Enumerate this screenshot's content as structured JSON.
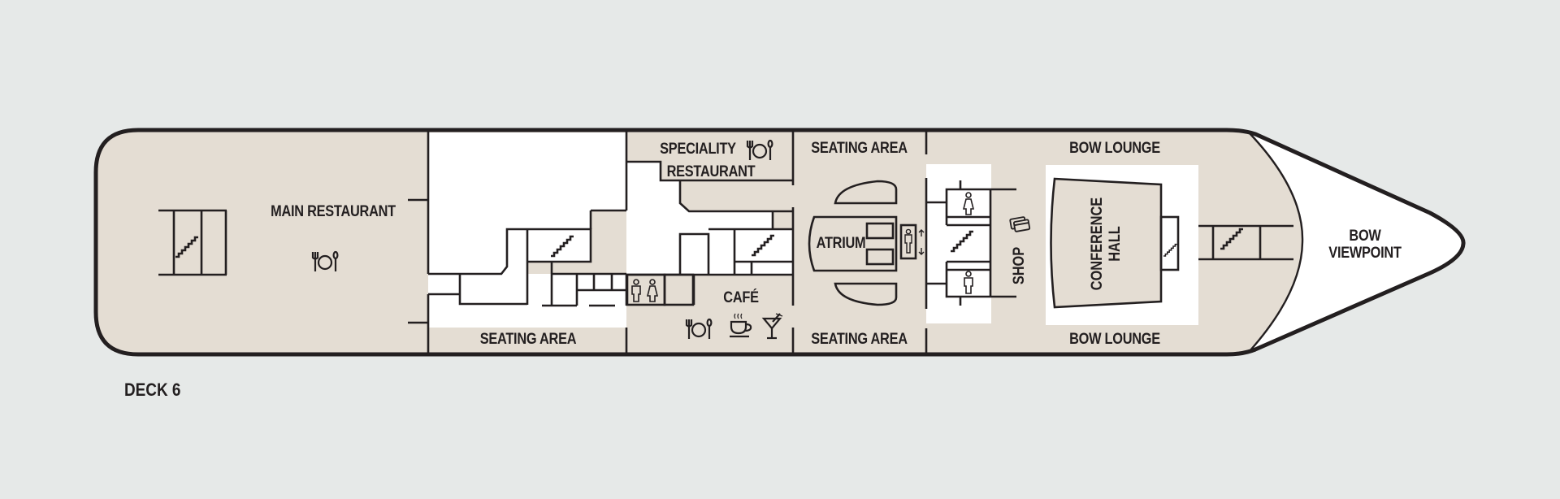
{
  "deck": {
    "label": "DECK 6"
  },
  "colors": {
    "background": "#e6e9e8",
    "public_area": "#e4ddd3",
    "crew_area": "#ffffff",
    "stroke": "#231f20"
  },
  "areas": {
    "main_restaurant": {
      "label": "MAIN RESTAURANT",
      "icons": [
        "dining-icon"
      ]
    },
    "seating_area_aft": {
      "label": "SEATING AREA"
    },
    "speciality_restaurant": {
      "line1": "SPECIALITY",
      "line2": "RESTAURANT",
      "icons": [
        "dining-icon"
      ]
    },
    "cafe": {
      "label": "CAFÉ",
      "icons": [
        "dining-icon",
        "coffee-cup-icon",
        "cocktail-icon"
      ]
    },
    "restrooms": {
      "icons": [
        "male-restroom-icon",
        "female-restroom-icon"
      ]
    },
    "seating_area_mid_top": {
      "label": "SEATING AREA"
    },
    "seating_area_mid_bottom": {
      "label": "SEATING AREA"
    },
    "atrium": {
      "label": "ATRIUM",
      "icons": [
        "elevator-icon",
        "up-down-arrows-icon"
      ]
    },
    "shop": {
      "label": "SHOP",
      "icons": [
        "credit-cards-icon"
      ]
    },
    "restroom_female": {
      "icons": [
        "female-restroom-icon"
      ]
    },
    "restroom_male": {
      "icons": [
        "male-restroom-icon"
      ]
    },
    "bow_lounge_top": {
      "label": "BOW LOUNGE"
    },
    "bow_lounge_bottom": {
      "label": "BOW LOUNGE"
    },
    "conference_hall": {
      "line1": "CONFERENCE",
      "line2": "HALL"
    },
    "bow_viewpoint": {
      "line1": "BOW",
      "line2": "VIEWPOINT"
    }
  },
  "stairs": [
    "stairs-main-restaurant",
    "stairs-aft-service",
    "stairs-mid-service",
    "stairs-shop",
    "stairs-conference",
    "stairs-bow"
  ]
}
